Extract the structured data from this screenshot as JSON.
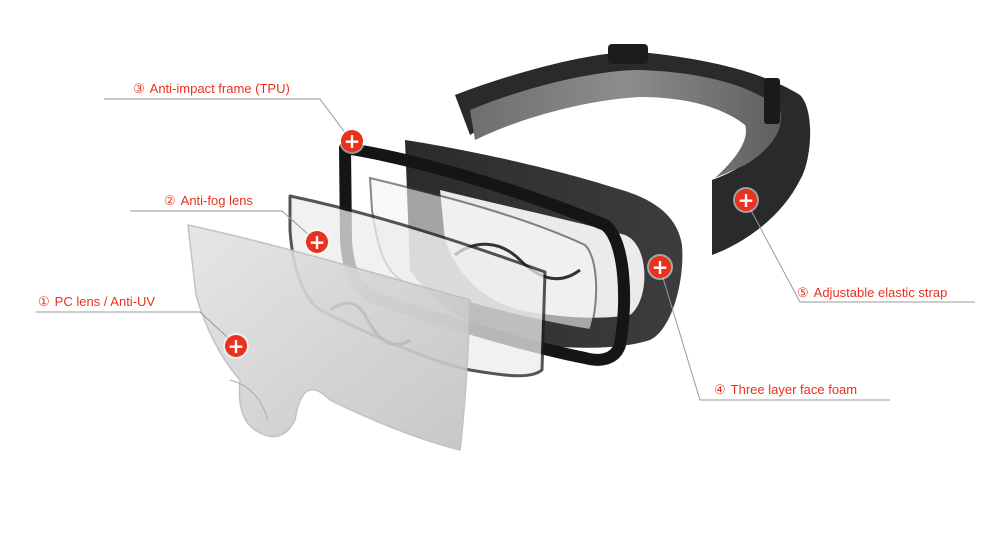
{
  "colors": {
    "accent": "#e8321e",
    "label_text": "#e8321e",
    "leader_line": "#9a9a9a"
  },
  "labels": [
    {
      "id": "pc-lens",
      "num": "①",
      "text": "PC lens / Anti-UV"
    },
    {
      "id": "anti-fog-lens",
      "num": "②",
      "text": "Anti-fog lens"
    },
    {
      "id": "anti-impact-frame",
      "num": "③",
      "text": "Anti-impact frame (TPU)"
    },
    {
      "id": "face-foam",
      "num": "④",
      "text": "Three layer face foam"
    },
    {
      "id": "elastic-strap",
      "num": "⑤",
      "text": "Adjustable elastic strap"
    }
  ],
  "hotspot_icon": "plus-icon",
  "hotspot_glyph": "+"
}
